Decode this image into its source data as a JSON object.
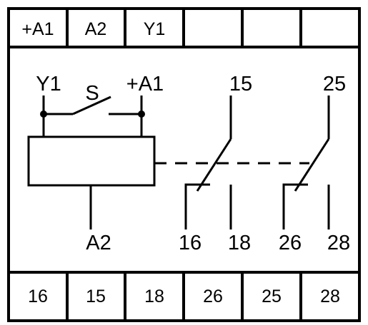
{
  "terminals_top": [
    "+A1",
    "A2",
    "Y1",
    "",
    "",
    ""
  ],
  "terminals_bottom": [
    "16",
    "15",
    "18",
    "26",
    "25",
    "28"
  ],
  "coil": {
    "input_left_label": "Y1",
    "switch_label": "S",
    "input_right_label": "+A1",
    "output_label": "A2"
  },
  "contact_1": {
    "common": "15",
    "nc": "16",
    "no": "18"
  },
  "contact_2": {
    "common": "25",
    "nc": "26",
    "no": "28"
  }
}
